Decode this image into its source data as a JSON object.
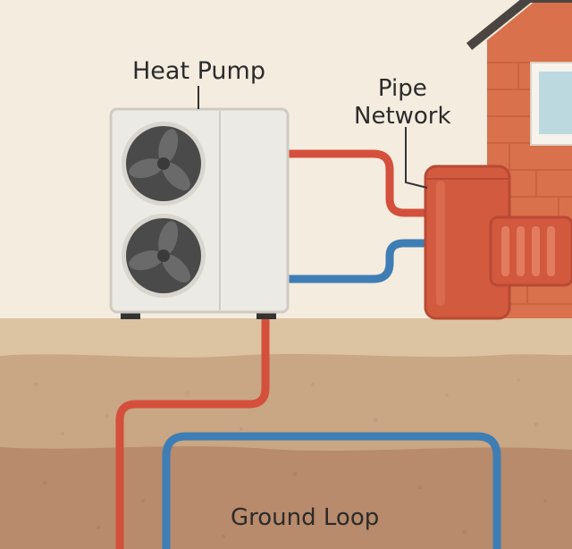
{
  "labels": {
    "heat_pump": "Heat Pump",
    "pipe_network_line1": "Pipe",
    "pipe_network_line2": "Network",
    "ground_loop": "Ground Loop"
  },
  "colors": {
    "sky": "#f4ecdf",
    "hot_pipe": "#d4503c",
    "cold_pipe": "#3f7db5",
    "brick_wall": "#d8714c",
    "tank": "#d25a3f",
    "soil_top": "#dcc3a1",
    "soil_mid": "#c9a684",
    "soil_deep": "#b88b6c",
    "unit_body": "#eceae5",
    "fan": "#4a4a4a"
  }
}
